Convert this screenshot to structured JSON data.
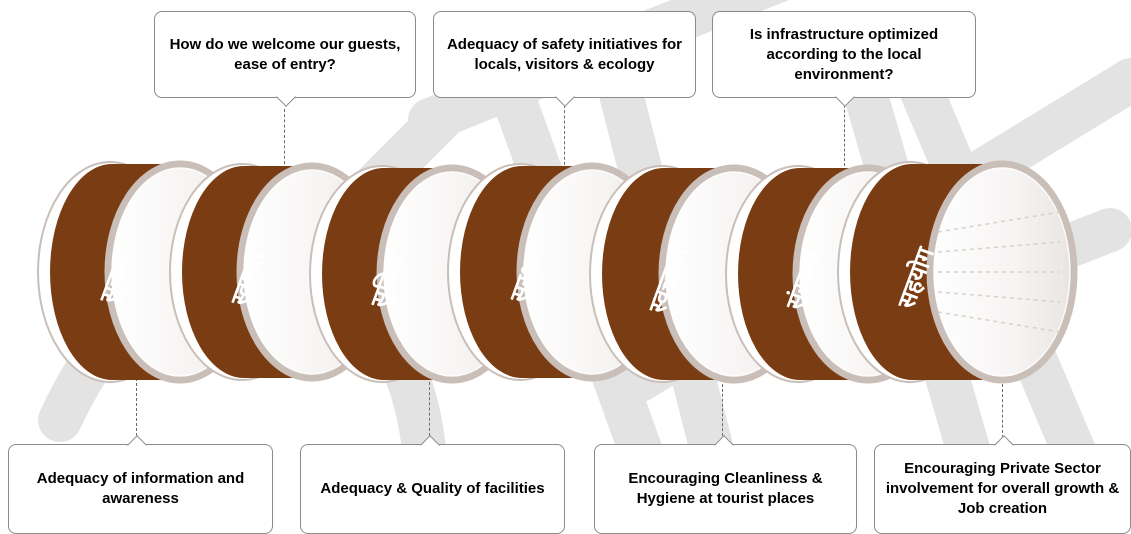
{
  "colors": {
    "ring_brown": "#7a3c12",
    "ring_rim": "#c9beb8",
    "watermark": "#e3e3e3",
    "border": "#8a8a8a"
  },
  "rings": [
    {
      "label": "सूचना"
    },
    {
      "label": "स्वागत"
    },
    {
      "label": "सुविधा"
    },
    {
      "label": "सुरक्षा"
    },
    {
      "label": "स्वच्छता"
    },
    {
      "label": "संरचना"
    },
    {
      "label": "सहयोग"
    }
  ],
  "callouts_top": [
    {
      "text": "How do we welcome our guests, ease of entry?"
    },
    {
      "text": "Adequacy of safety initiatives for locals, visitors & ecology"
    },
    {
      "text": "Is infrastructure optimized according to the local environment?"
    }
  ],
  "callouts_bottom": [
    {
      "text": "Adequacy of information and awareness"
    },
    {
      "text": "Adequacy & Quality of facilities"
    },
    {
      "text": "Encouraging Cleanliness & Hygiene at tourist places"
    },
    {
      "text": "Encouraging Private Sector involvement for overall growth & Job creation"
    }
  ]
}
